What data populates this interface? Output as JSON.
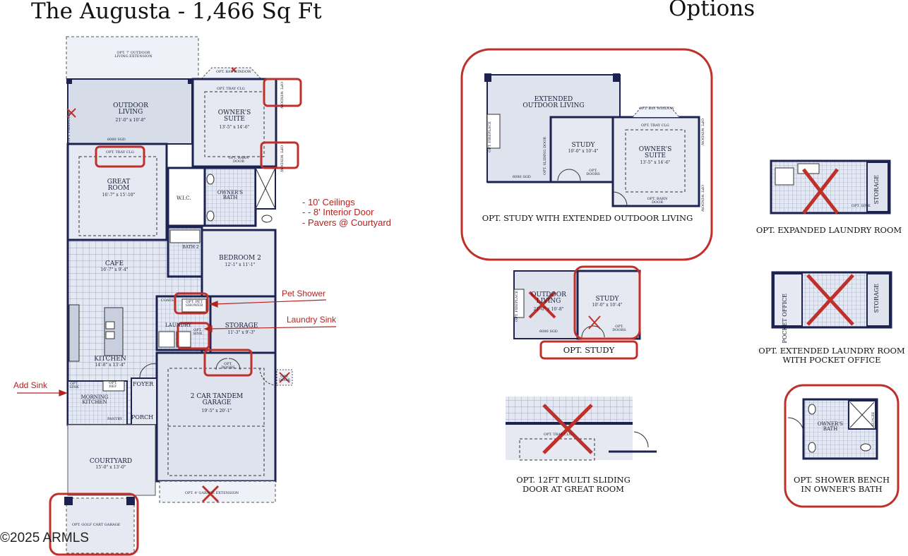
{
  "header": {
    "title": "The Augusta - 1,466 Sq Ft",
    "options_title": "Options"
  },
  "colors": {
    "annotation_red": "#c0302a",
    "wall": "#1c2350",
    "room_fill": "#dde3ef",
    "grid": "#8e96b2"
  },
  "main_plan": {
    "rooms": {
      "opt_outdoor_ext": "OPT. 7' OUTDOOR LIVING EXTENSION",
      "bay_window": "OPT. BAY WINDOW",
      "outdoor_living": "OUTDOOR LIVING",
      "outdoor_living_dim": "21'-0\" x 10'-8\"",
      "fireplace": "OPT. FIREPLACE",
      "sgd_6080": "6080 SGD",
      "tray_clg_owner": "OPT. TRAY CLG",
      "window_1": "OPT. WINDOW",
      "window_2": "OPT. WINDOW",
      "owners_suite": "OWNER'S SUITE",
      "owners_suite_dim": "13'-5\" x 14'-6\"",
      "barn_door": "OPT. BARN DOOR",
      "tray_clg_great": "OPT. TRAY CLG",
      "great_room": "GREAT ROOM",
      "great_room_dim": "16'-7\" x 15'-10\"",
      "wic": "W.I.C.",
      "owners_bath": "OWNER'S BATH",
      "cafe": "CAFE",
      "cafe_dim": "16'-7\" x 9'-4\"",
      "bath_2": "BATH 2",
      "bedroom_2": "BEDROOM 2",
      "bedroom_2_dim": "12'-1\" x 11'-1\"",
      "coats": "COATS",
      "pet_shower": "OPT. PET SHOWER",
      "laundry": "LAUNDRY",
      "laundry_sink": "OPT. SINK",
      "storage": "STORAGE",
      "storage_dim": "11'-3\" x 9'-3\"",
      "opt_doors": "OPT. DOORS",
      "opt_door": "OPT. DOOR",
      "kitchen": "KITCHEN",
      "kitchen_dim": "14'-8\" x 13'-4\"",
      "opt_sink": "OPT. SINK",
      "ref": "OPT. REF",
      "foyer": "FOYER",
      "morning_kitchen": "MORNING KITCHEN",
      "pantry": "PANTRY",
      "porch": "PORCH",
      "garage": "2 CAR TANDEM GARAGE",
      "garage_dim": "19'-5\" x 20'-1\"",
      "garage_ext": "OPT. 4' GARAGE EXTENSION",
      "courtyard": "COURTYARD",
      "courtyard_dim": "15'-0\" x 13'-0\"",
      "golf_cart": "OPT. GOLF CART GARAGE"
    },
    "notes": {
      "feature_1": "- 10' Ceilings",
      "feature_2": "- - 8' Interior Door",
      "feature_3": "- Pavers @ Courtyard",
      "pet_shower": "Pet Shower",
      "laundry_sink": "Laundry Sink",
      "add_sink": "Add Sink"
    },
    "copyright": "2025 ARMLS"
  },
  "options": [
    {
      "caption": "OPT. STUDY WITH EXTENDED OUTDOOR LIVING",
      "selected": true,
      "labels": {
        "extended": "EXTENDED OUTDOOR LIVING",
        "fireplace": "OPT. FIREPLACE",
        "sgd": "6080 SGD",
        "sliding": "OPT. SLIDING DOOR",
        "study": "STUDY",
        "study_dim": "10'-0\" x 10'-4\"",
        "opt_doors": "OPT. DOORS",
        "bay": "OPT. BAY WINDOW",
        "tray": "OPT. TRAY CLG",
        "owners_suite": "OWNER'S SUITE",
        "owners_dim": "13'-5\" x 14'-6\"",
        "barn": "OPT. BARN DOOR",
        "window_a": "OPT. WINDOW",
        "window_b": "OPT. WINDOW"
      }
    },
    {
      "caption": "OPT. EXPANDED LAUNDRY ROOM",
      "selected": false,
      "labels": {
        "storage": "STORAGE",
        "sink": "OPT. SINK"
      }
    },
    {
      "caption": "OPT. STUDY",
      "selected": true,
      "labels": {
        "outdoor": "OUTDOOR LIVING",
        "outdoor_dim": "21'-0\" x 10'-8\"",
        "fireplace": "OPT. FIREPLACE",
        "sgd": "6080 SGD",
        "study": "STUDY",
        "study_dim": "10'-0\" x 10'-4\"",
        "opt_doors": "OPT. DOORS"
      }
    },
    {
      "caption_line1": "OPT. EXTENDED LAUNDRY ROOM",
      "caption_line2": "WITH POCKET OFFICE",
      "selected": false,
      "labels": {
        "pocket": "POCKET OFFICE",
        "storage": "STORAGE"
      }
    },
    {
      "caption_line1": "OPT. 12FT MULTI SLIDING",
      "caption_line2": "DOOR AT GREAT ROOM",
      "selected": false,
      "labels": {
        "tray": "OPT. TRAY CLG"
      }
    },
    {
      "caption_line1": "OPT. SHOWER BENCH",
      "caption_line2": "IN OWNER'S BATH",
      "selected": true,
      "labels": {
        "owners_bath": "OWNER'S BATH",
        "bench": "BENCH"
      }
    }
  ]
}
